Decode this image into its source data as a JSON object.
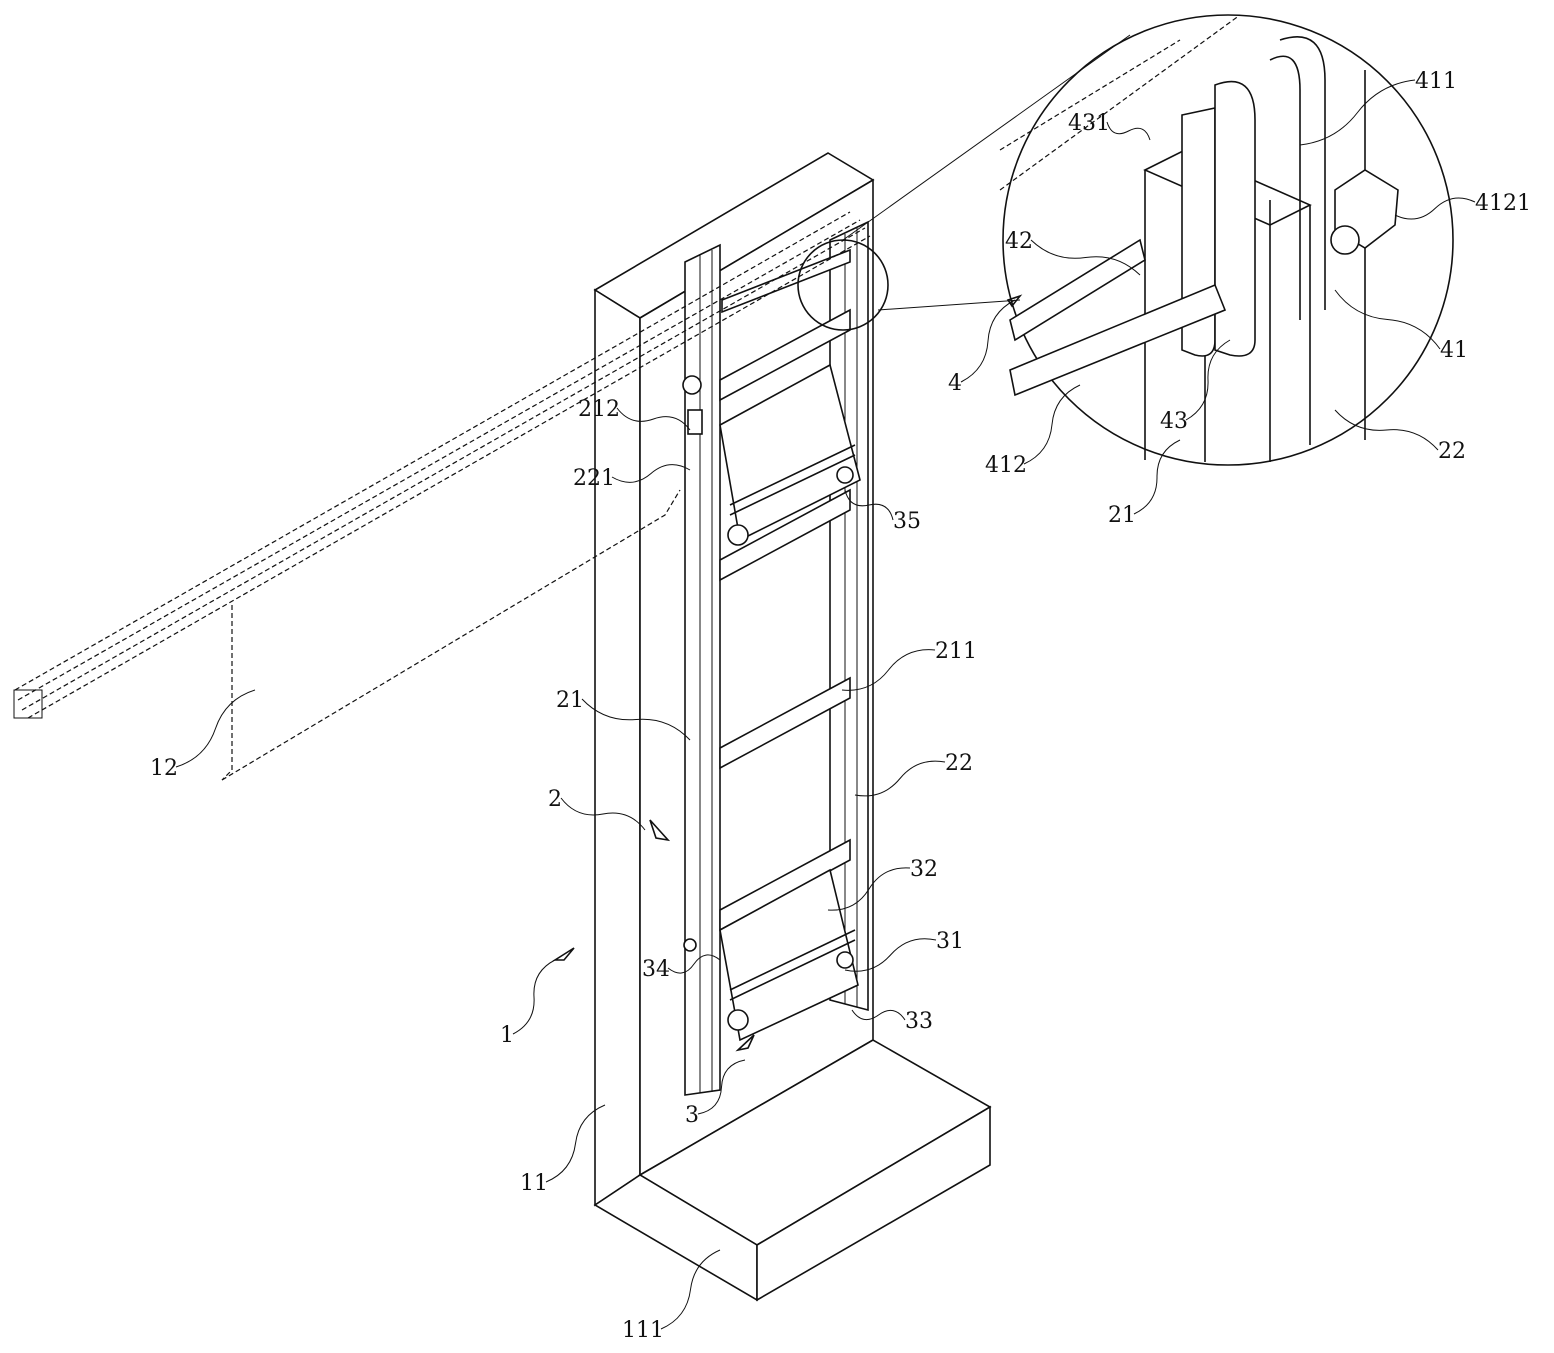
{
  "figure": {
    "labels": [
      {
        "id": "431",
        "text": "431"
      },
      {
        "id": "411",
        "text": "411"
      },
      {
        "id": "4121",
        "text": "4121"
      },
      {
        "id": "42",
        "text": "42"
      },
      {
        "id": "4",
        "text": "4"
      },
      {
        "id": "41",
        "text": "41"
      },
      {
        "id": "43",
        "text": "43"
      },
      {
        "id": "412",
        "text": "412"
      },
      {
        "id": "21-detail",
        "text": "21"
      },
      {
        "id": "22-detail",
        "text": "22"
      },
      {
        "id": "212",
        "text": "212"
      },
      {
        "id": "221",
        "text": "221"
      },
      {
        "id": "35",
        "text": "35"
      },
      {
        "id": "211",
        "text": "211"
      },
      {
        "id": "21",
        "text": "21"
      },
      {
        "id": "22",
        "text": "22"
      },
      {
        "id": "2",
        "text": "2"
      },
      {
        "id": "12",
        "text": "12"
      },
      {
        "id": "32",
        "text": "32"
      },
      {
        "id": "31",
        "text": "31"
      },
      {
        "id": "34",
        "text": "34"
      },
      {
        "id": "33",
        "text": "33"
      },
      {
        "id": "1",
        "text": "1"
      },
      {
        "id": "3",
        "text": "3"
      },
      {
        "id": "11",
        "text": "11"
      },
      {
        "id": "111",
        "text": "111"
      }
    ]
  }
}
